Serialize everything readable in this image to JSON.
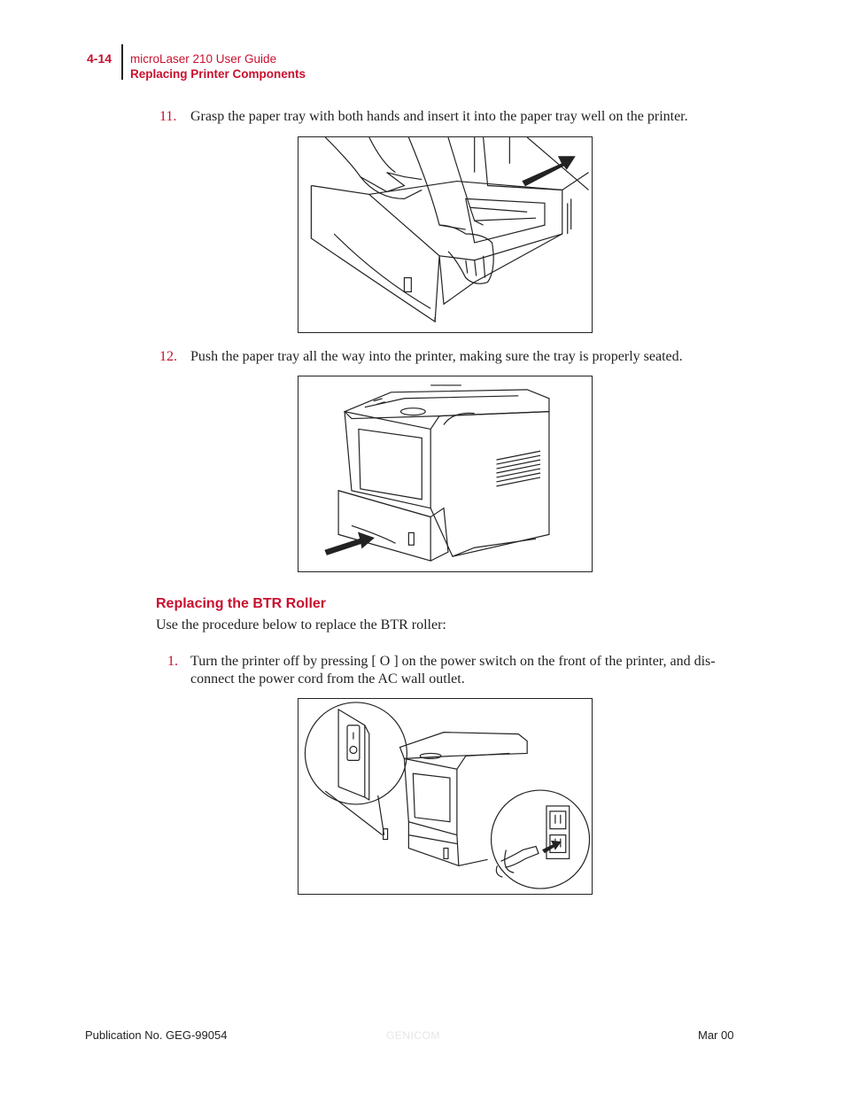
{
  "header": {
    "page_number": "4-14",
    "guide_title": "microLaser 210 User Guide",
    "section_title": "Replacing Printer Components"
  },
  "steps_before": [
    {
      "number": "11.",
      "text": "Grasp the paper tray with both hands and insert it into the paper tray well on the printer."
    },
    {
      "number": "12.",
      "text": "Push the paper tray all the way into the printer, making sure the tray is properly seated."
    }
  ],
  "section": {
    "heading": "Replacing the BTR Roller",
    "intro": "Use the procedure below to replace the BTR roller:",
    "steps": [
      {
        "number": "1.",
        "text_line1": "Turn the printer off by pressing [ O ] on the power switch on the front of the printer, and dis-",
        "text_line2": "connect the power cord from the AC wall outlet."
      }
    ]
  },
  "footer": {
    "publication": "Publication No. GEG-99054",
    "logo_text": "GENICOM",
    "date": "Mar 00"
  }
}
